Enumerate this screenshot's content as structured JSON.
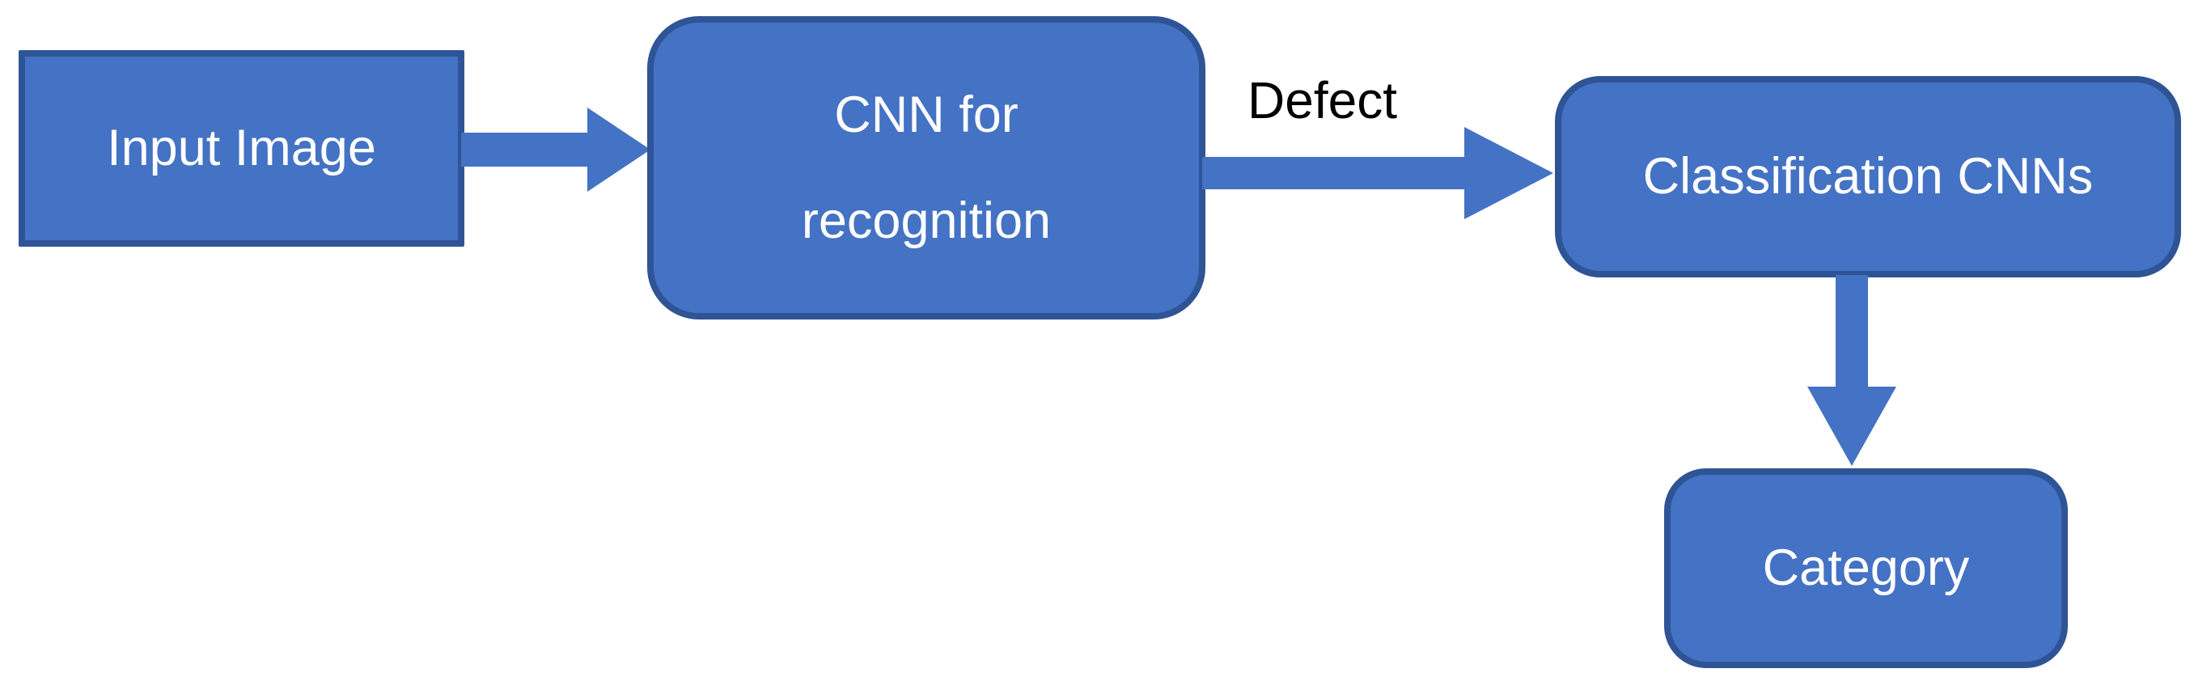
{
  "diagram": {
    "type": "flowchart",
    "nodes": [
      {
        "id": "input-image",
        "label": "Input Image",
        "shape": "rectangle"
      },
      {
        "id": "cnn-for-recognition",
        "label": "CNN for recognition",
        "line1": "CNN for",
        "line2": "recognition",
        "shape": "rounded-rectangle"
      },
      {
        "id": "classification-cnns",
        "label": "Classification CNNs",
        "shape": "rounded-rectangle"
      },
      {
        "id": "category",
        "label": "Category",
        "shape": "rounded-rectangle"
      }
    ],
    "edges": [
      {
        "from": "input-image",
        "to": "cnn-for-recognition",
        "label": "",
        "direction": "right"
      },
      {
        "from": "cnn-for-recognition",
        "to": "classification-cnns",
        "label": "Defect",
        "direction": "right"
      },
      {
        "from": "classification-cnns",
        "to": "category",
        "label": "",
        "direction": "down"
      }
    ],
    "colors": {
      "node_fill": "#4472C4",
      "node_border": "#2F5496",
      "node_text": "#FFFFFF",
      "arrow": "#4472C4",
      "edge_label": "#000000",
      "background": "#FFFFFF"
    }
  }
}
